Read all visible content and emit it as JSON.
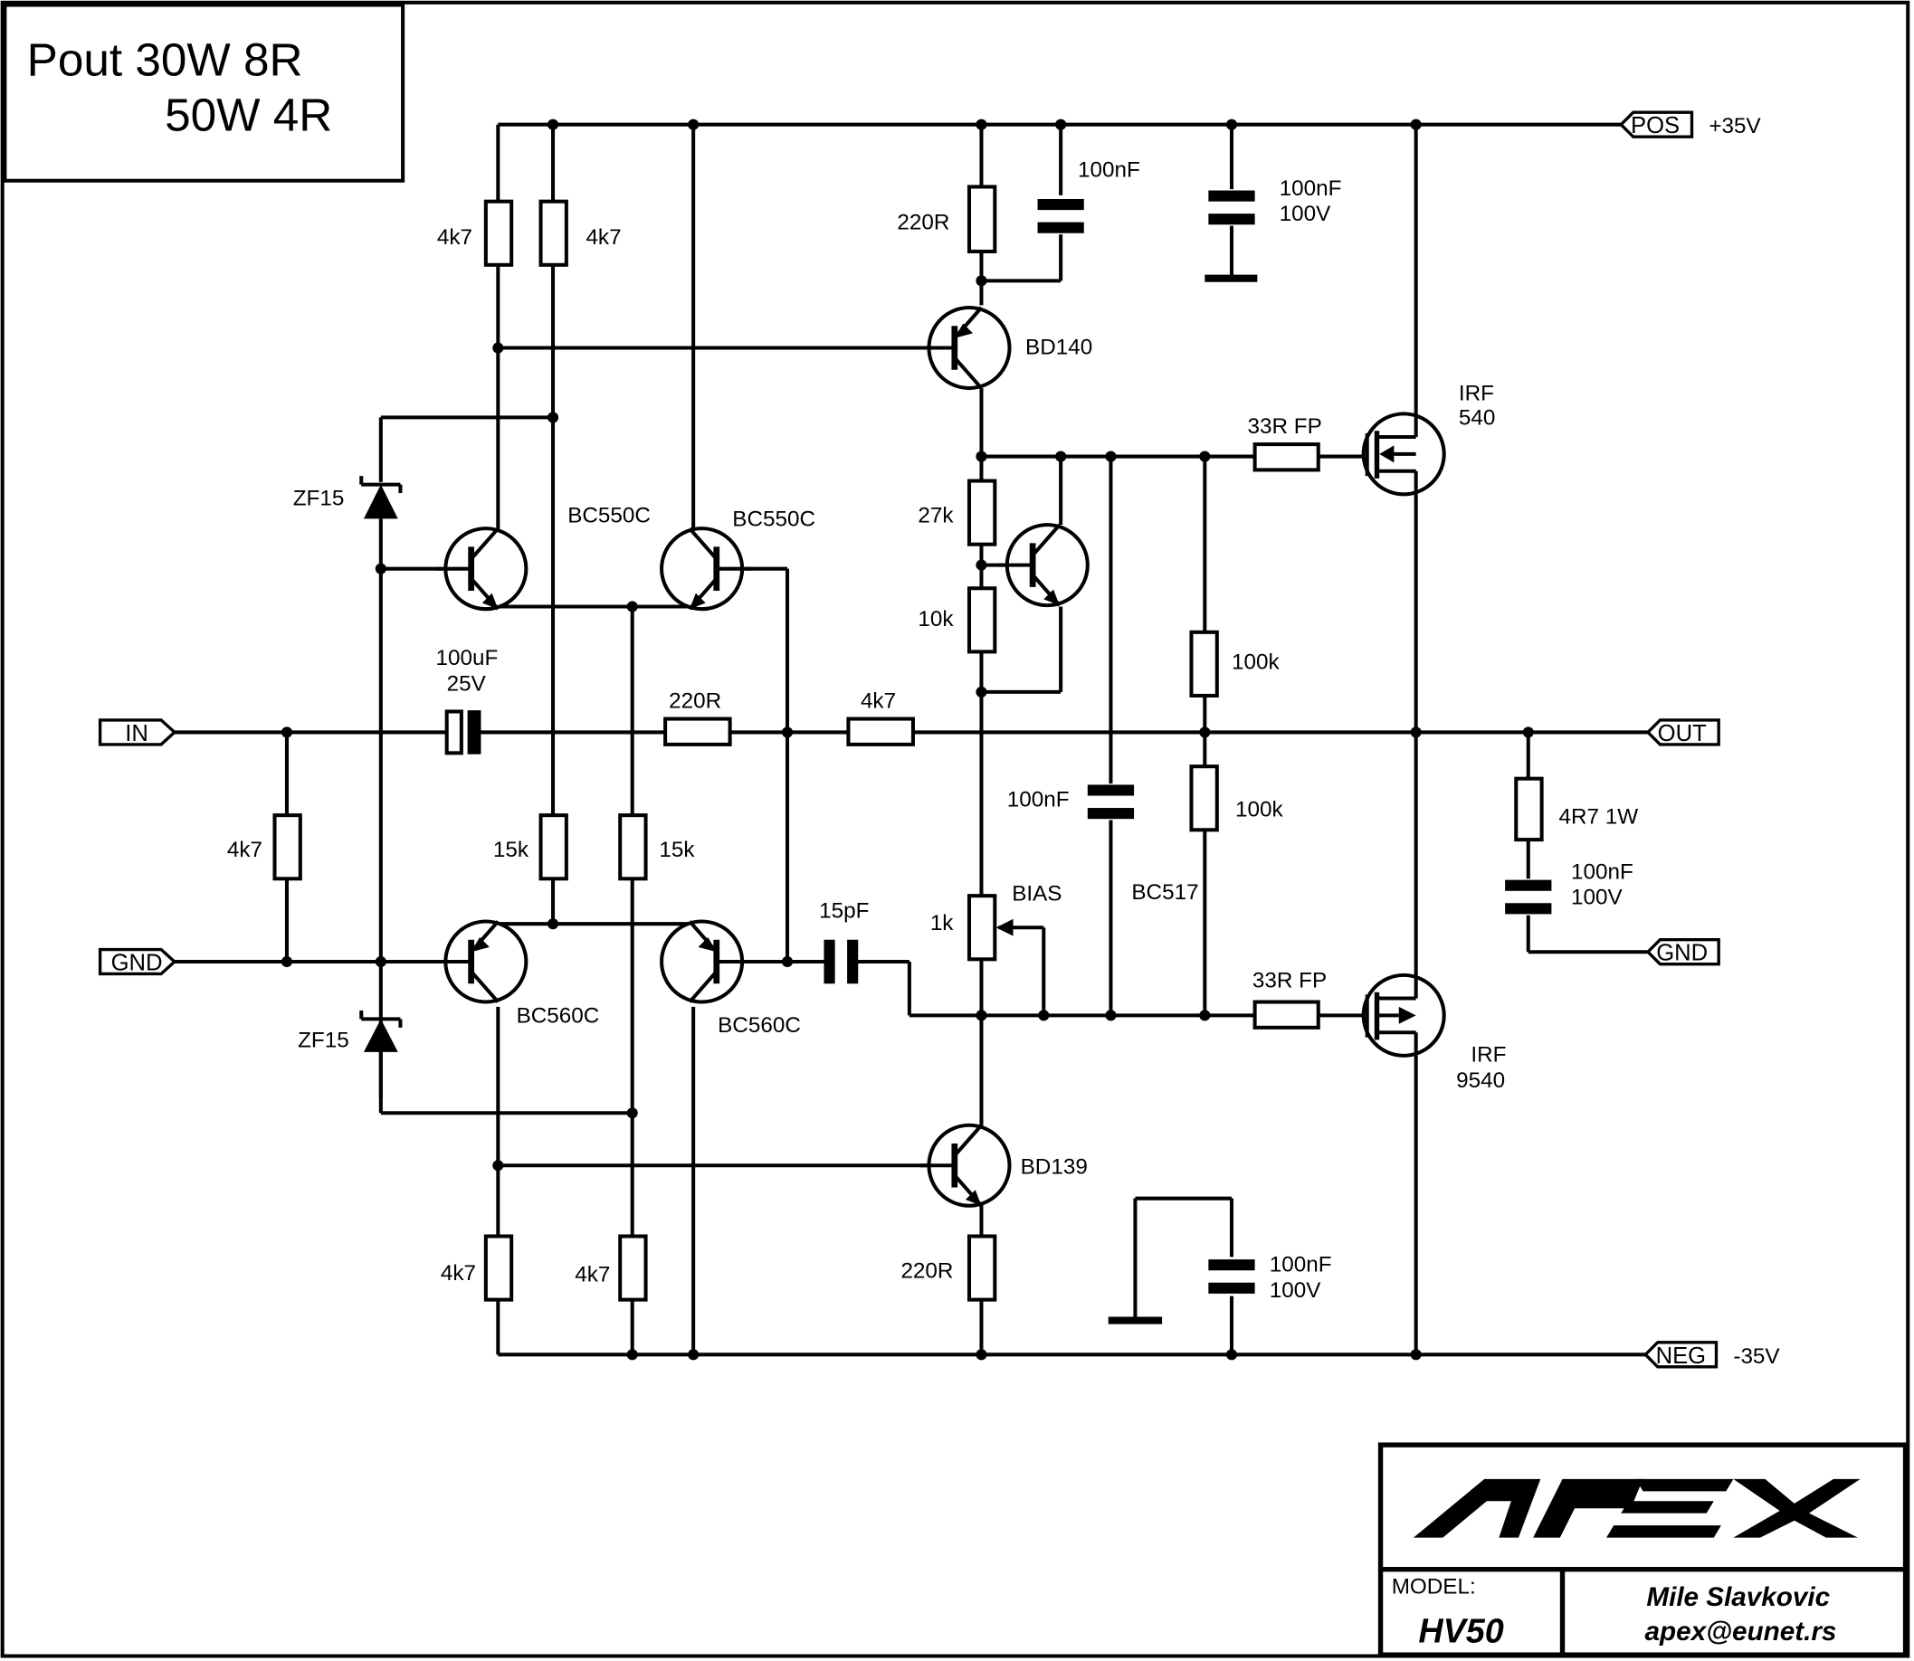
{
  "power": {
    "line1": "Pout  30W 8R",
    "line2": "50W 4R"
  },
  "ports": {
    "pos": "POS",
    "pos_voltage": "+35V",
    "neg": "NEG",
    "neg_voltage": "-35V",
    "input": "IN",
    "gnd_left": "GND",
    "output": "OUT",
    "gnd_right": "GND"
  },
  "components": {
    "r_4k7_top_a": "4k7",
    "r_4k7_top_b": "4k7",
    "r_220r_top": "220R",
    "c_100nf_top": "100nF",
    "c_100nf_100v_top": "100nF",
    "c_100nf_100v_top_v": "100V",
    "q_bd140": "BD140",
    "q_irf540_a": "IRF",
    "q_irf540_b": "540",
    "r_33r_fp_top": "33R FP",
    "zener_top": "ZF15",
    "q_bc550c_a": "BC550C",
    "q_bc550c_b": "BC550C",
    "r_27k": "27k",
    "r_10k": "10k",
    "c_100uf": "100uF",
    "c_100uf_v": "25V",
    "r_220r_in": "220R",
    "r_4k7_fb": "4k7",
    "r_100k_top": "100k",
    "r_100k_bottom": "100k",
    "c_100nf_mid": "100nF",
    "r_4k7_in": "4k7",
    "r_15k_a": "15k",
    "r_15k_b": "15k",
    "r_4r7": "4R7 1W",
    "c_100nf_100v_out": "100nF",
    "c_100nf_100v_out_v": "100V",
    "c_15pf": "15pF",
    "pot_bias": "BIAS",
    "pot_1k": "1k",
    "q_bc517": "BC517",
    "q_bc560c_a": "BC560C",
    "q_bc560c_b": "BC560C",
    "r_33r_fp_bottom": "33R FP",
    "zener_bottom": "ZF15",
    "q_irf9540_a": "IRF",
    "q_irf9540_b": "9540",
    "q_bd139": "BD139",
    "r_4k7_bot_a": "4k7",
    "r_4k7_bot_b": "4k7",
    "r_220r_bot": "220R",
    "c_100nf_100v_bot": "100nF",
    "c_100nf_100v_bot_v": "100V"
  },
  "title_block": {
    "brand": "APEX",
    "model_label": "MODEL:",
    "model": "HV50",
    "author": "Mile Slavkovic",
    "email": "apex@eunet.rs"
  }
}
